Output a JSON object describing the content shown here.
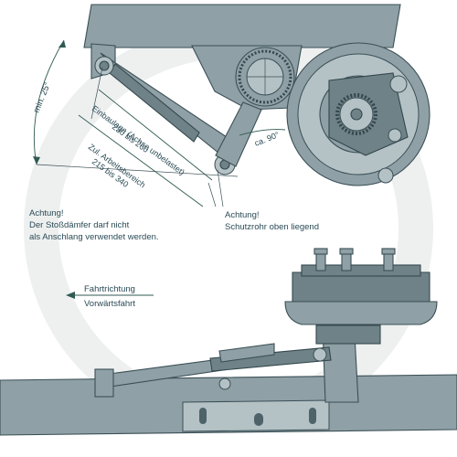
{
  "labels": {
    "angle_min": "min. 25°",
    "install_length_line1": "Einbaulage (Achse unbelastet)",
    "install_length_line2": "230 bis 260",
    "work_range_line1": "Zul. Arbeitsbereich",
    "work_range_line2": "215 bis 340",
    "angle_ca": "ca. 90°",
    "warning_left_line1": "Achtung!",
    "warning_left_line2": "Der Stoßdämfer darf nicht",
    "warning_left_line3": "als Anschlang verwendet werden.",
    "warning_right_line1": "Achtung!",
    "warning_right_line2": "Schutzrohr oben liegend",
    "direction_line1": "Fahrtrichtung",
    "direction_line2": "Vorwärtsfahrt"
  },
  "colors": {
    "steel": "#8fa1a6",
    "steel_dark": "#6f8288",
    "outline": "#3b4f56",
    "dimension_line": "#2f5a52",
    "watermark": "#eef0f0"
  },
  "icons": [
    "arrow-left-icon"
  ]
}
